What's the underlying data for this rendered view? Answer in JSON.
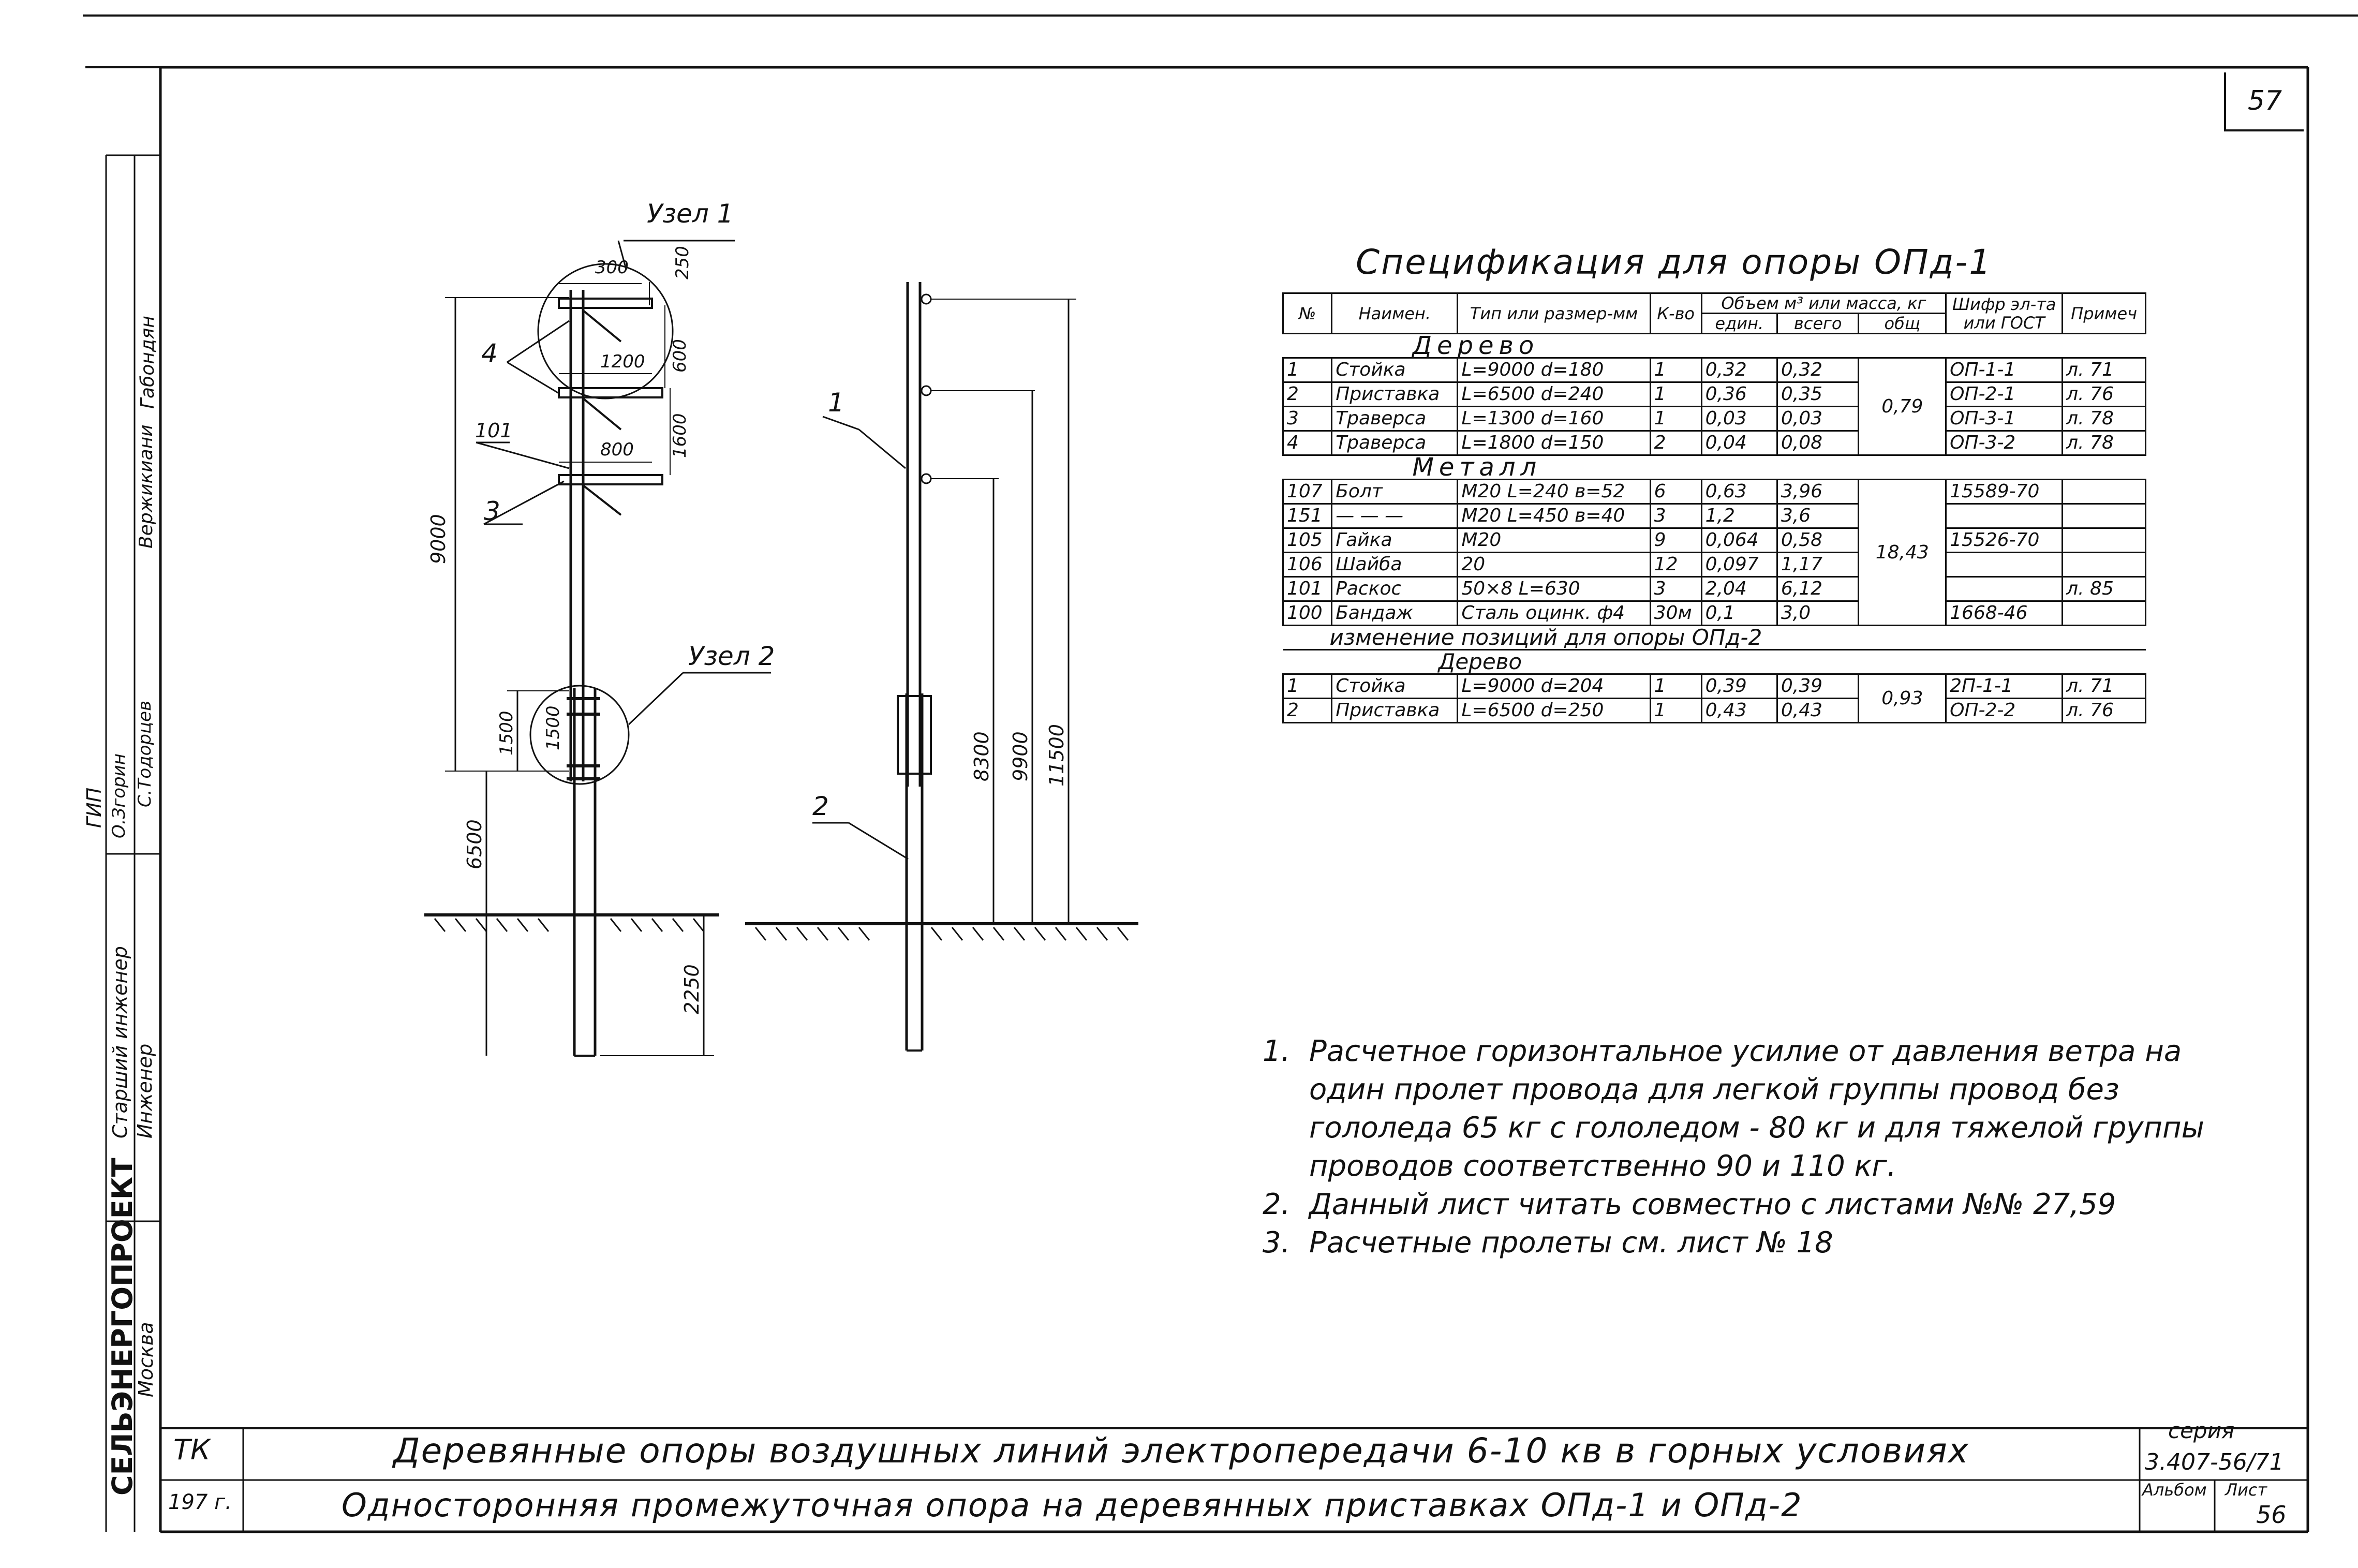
{
  "sheet_number": "57",
  "spec": {
    "title": "Спецификация для опоры ОПд-1",
    "headers": {
      "no": "№",
      "name": "Наимен.",
      "type": "Тип или размер-мм",
      "qty": "К-во",
      "volume_group": "Объем м³ или масса, кг",
      "unit": "един.",
      "total": "всего",
      "common": "общ",
      "code": "Шифр эл-та или ГОСТ",
      "note": "Примеч"
    },
    "sections": {
      "wood": "Дерево",
      "metal": "Металл",
      "change": "изменение позиций для опоры ОПд-2",
      "wood2": "Дерево"
    },
    "wood_rows": [
      {
        "no": "1",
        "name": "Стойка",
        "size": "L=9000 d=180",
        "qty": "1",
        "unit": "0,32",
        "total": "0,32",
        "code": "ОП-1-1",
        "note": "л. 71"
      },
      {
        "no": "2",
        "name": "Приставка",
        "size": "L=6500 d=240",
        "qty": "1",
        "unit": "0,36",
        "total": "0,35",
        "code": "ОП-2-1",
        "note": "л. 76"
      },
      {
        "no": "3",
        "name": "Траверса",
        "size": "L=1300 d=160",
        "qty": "1",
        "unit": "0,03",
        "total": "0,03",
        "code": "ОП-3-1",
        "note": "л. 78"
      },
      {
        "no": "4",
        "name": "Траверса",
        "size": "L=1800 d=150",
        "qty": "2",
        "unit": "0,04",
        "total": "0,08",
        "code": "ОП-3-2",
        "note": "л. 78"
      }
    ],
    "wood_common": "0,79",
    "metal_rows": [
      {
        "no": "107",
        "name": "Болт",
        "size": "M20 L=240 в=52",
        "qty": "6",
        "unit": "0,63",
        "total": "3,96",
        "code": "15589-70",
        "note": ""
      },
      {
        "no": "151",
        "name": "— — —",
        "size": "M20 L=450 в=40",
        "qty": "3",
        "unit": "1,2",
        "total": "3,6",
        "code": "",
        "note": ""
      },
      {
        "no": "105",
        "name": "Гайка",
        "size": "M20",
        "qty": "9",
        "unit": "0,064",
        "total": "0,58",
        "code": "15526-70",
        "note": ""
      },
      {
        "no": "106",
        "name": "Шайба",
        "size": "20",
        "qty": "12",
        "unit": "0,097",
        "total": "1,17",
        "code": "",
        "note": ""
      },
      {
        "no": "101",
        "name": "Раскос",
        "size": "50×8 L=630",
        "qty": "3",
        "unit": "2,04",
        "total": "6,12",
        "code": "",
        "note": "л. 85"
      },
      {
        "no": "100",
        "name": "Бандаж",
        "size": "Сталь оцинк. ф4",
        "qty": "30м",
        "unit": "0,1",
        "total": "3,0",
        "code": "1668-46",
        "note": ""
      }
    ],
    "metal_common": "18,43",
    "change_rows": [
      {
        "no": "1",
        "name": "Стойка",
        "size": "L=9000 d=204",
        "qty": "1",
        "unit": "0,39",
        "total": "0,39",
        "code": "2П-1-1",
        "note": "л. 71"
      },
      {
        "no": "2",
        "name": "Приставка",
        "size": "L=6500 d=250",
        "qty": "1",
        "unit": "0,43",
        "total": "0,43",
        "code": "ОП-2-2",
        "note": "л. 76"
      }
    ],
    "change_common": "0,93"
  },
  "notes": [
    {
      "num": "1.",
      "text": "Расчетное горизонтальное усилие от давления ветра на один пролет провода для легкой группы провод без гололеда 65 кг с гололедом - 80 кг и для тяжелой группы проводов соответственно 90 и 110 кг."
    },
    {
      "num": "2.",
      "text": "Данный лист читать совместно с листами №№ 27,59"
    },
    {
      "num": "3.",
      "text": "Расчетные пролеты см. лист № 18"
    }
  ],
  "drawing": {
    "node1": "Узел 1",
    "node2": "Узел 2",
    "labels": {
      "l4": "4",
      "l101": "101",
      "l3": "3",
      "l1": "1",
      "l2": "2"
    },
    "dims": {
      "d300": "300",
      "d250": "250",
      "d600": "600",
      "d1200": "1200",
      "d1600": "1600",
      "d800": "800",
      "d9000": "9000",
      "d1500a": "1500",
      "d1500b": "1500",
      "d6500": "6500",
      "d2250": "2250",
      "d8300": "8300",
      "d9900": "9900",
      "d11500": "11500"
    }
  },
  "title_block": {
    "org_code": "ТК",
    "year": "197 г.",
    "title1": "Деревянные опоры воздушных линий электропередачи 6-10 кв в горных условиях",
    "title2": "Односторонняя промежуточная опора на деревянных приставках ОПд-1 и ОПд-2",
    "series_label": "серия",
    "series": "3.407-56/71",
    "album_label": "Альбом",
    "sheet_label": "Лист",
    "sheet": "56"
  },
  "side_stamp": {
    "org": "СЕЛЬЭНЕРГОПРОЕКТ",
    "city": "Москва",
    "role1": "Старший инженер",
    "role2": "Инженер",
    "role3": "ГИП",
    "name1": "Вержикиани",
    "name2": "Габондян",
    "name3": "О.Згорин",
    "name4": "С.Тодорцев"
  }
}
